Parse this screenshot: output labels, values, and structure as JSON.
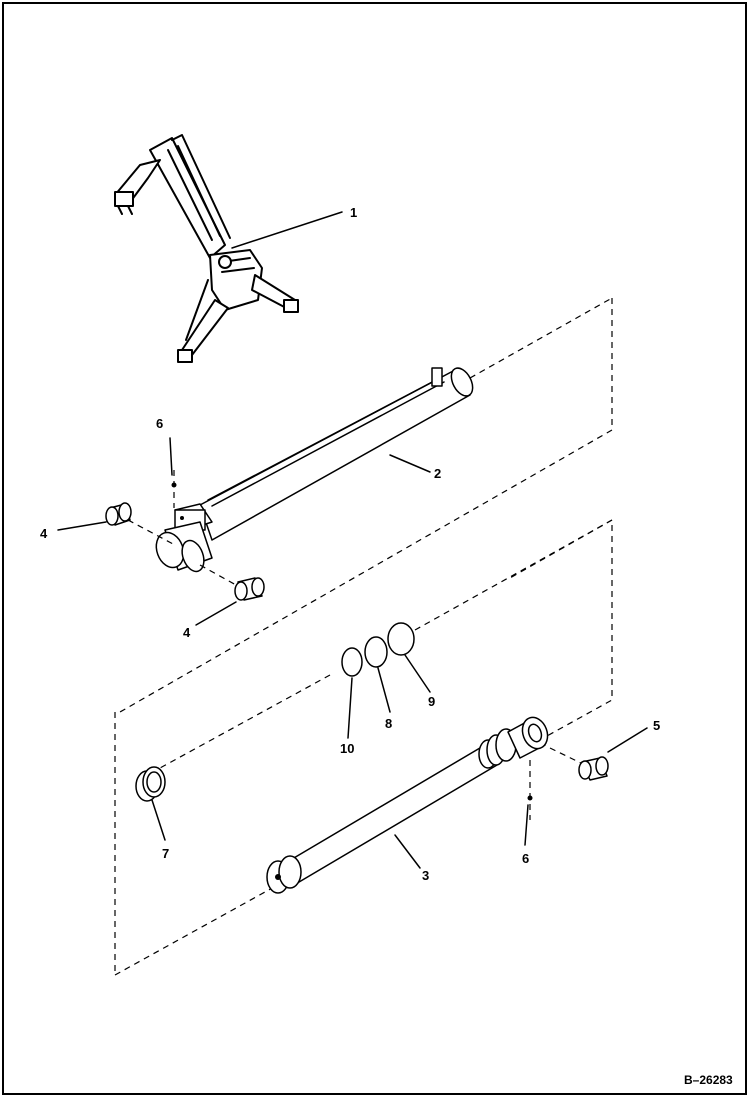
{
  "figure": {
    "code": "B–26283",
    "callouts": [
      "1",
      "2",
      "3",
      "4",
      "4",
      "5",
      "6",
      "6",
      "7",
      "8",
      "9",
      "10"
    ]
  }
}
